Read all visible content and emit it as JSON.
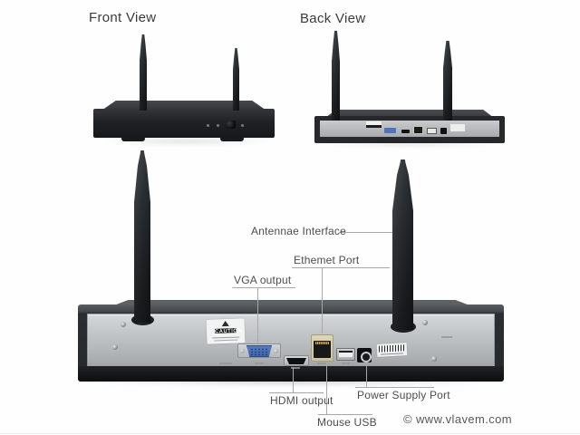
{
  "views": {
    "front": {
      "title": "Front View"
    },
    "back": {
      "title": "Back View"
    }
  },
  "diagram": {
    "caution_label": "CAUTION",
    "port_labels": {
      "antennae": "Antennae Interface",
      "ethernet": "Ethemet Port",
      "vga": "VGA output",
      "hdmi": "HDMI output",
      "mouse_usb": "Mouse USB",
      "power": "Power Supply Port"
    }
  },
  "watermark": "© www.vlavem.com",
  "colors": {
    "background": "#fefefe",
    "device_black": "#26292c",
    "panel_silver": "#c3c6c8",
    "vga_blue": "#4f74ba",
    "ethernet_beige": "#d8d1b0",
    "label_text": "#4d4d4d",
    "leader_line": "#a8a8a8"
  }
}
